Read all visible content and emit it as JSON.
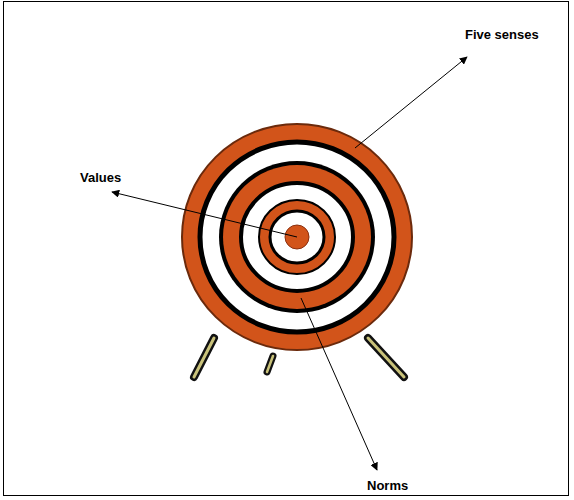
{
  "diagram": {
    "labels": [
      "Five senses",
      "Values",
      "Norms"
    ]
  }
}
